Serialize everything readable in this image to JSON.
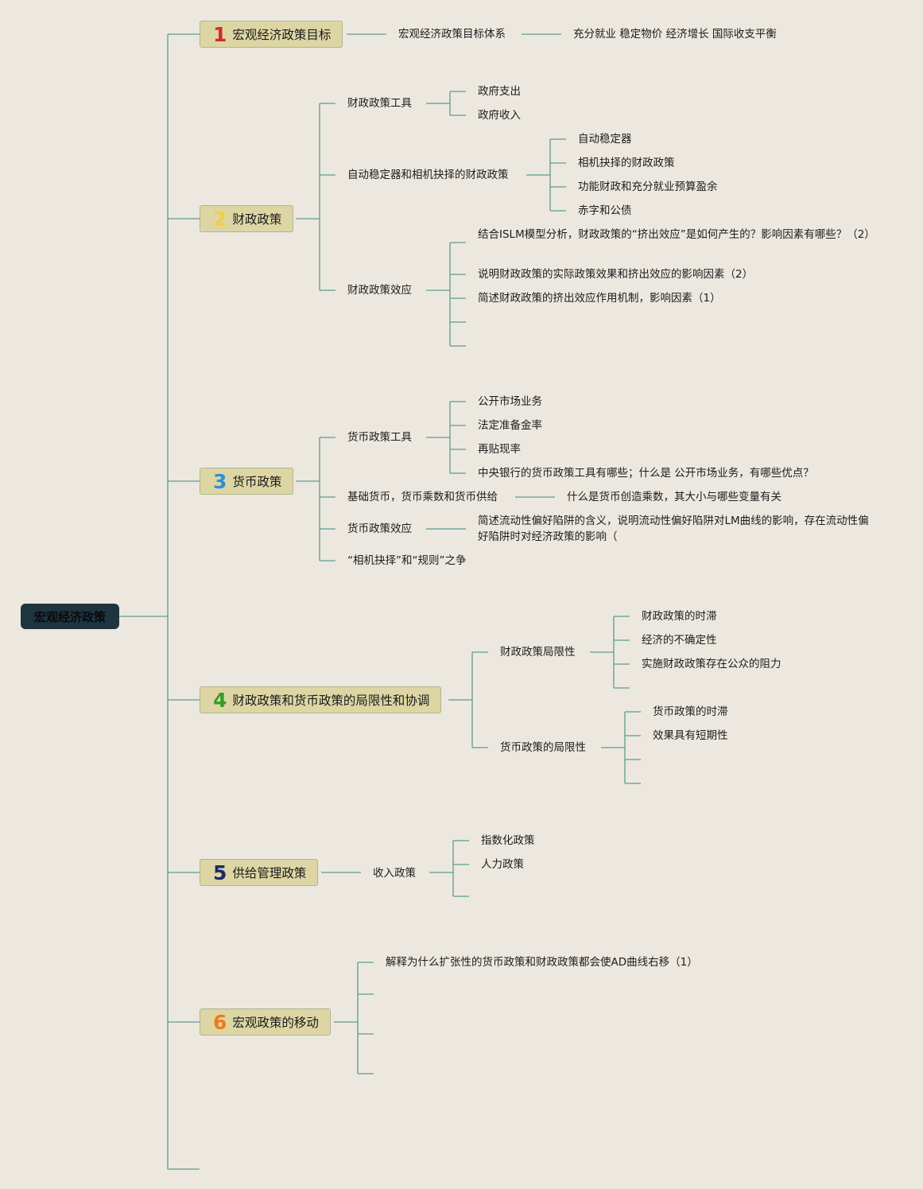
{
  "root": {
    "label": "宏观经济政策"
  },
  "colors": {
    "line": "#5E9A8E",
    "node_fill": "#DDD6A4",
    "root_fill": "#1E3540",
    "background": "#ECE8E0"
  },
  "b1": {
    "num": "1",
    "num_color": "#D42A2A",
    "label": "宏观经济政策目标",
    "c1": "宏观经济政策目标体系",
    "c1_1": "充分就业 稳定物价 经济增长 国际收支平衡"
  },
  "b2": {
    "num": "2",
    "num_color": "#F0D040",
    "label": "财政政策",
    "tools": {
      "label": "财政政策工具",
      "items": [
        "政府支出",
        "政府收入"
      ]
    },
    "auto": {
      "label": "自动稳定器和相机抉择的财政政策",
      "items": [
        "自动稳定器",
        "相机抉择的财政政策",
        "功能财政和充分就业预算盈余",
        "赤字和公债"
      ]
    },
    "effect": {
      "label": "财政政策效应",
      "items": [
        "结合ISLM模型分析，财政政策的“挤出效应”是如何产生的？影响因素有哪些？（2）",
        "说明财政政策的实际政策效果和挤出效应的影响因素（2）",
        "简述财政政策的挤出效应作用机制，影响因素（1）"
      ]
    }
  },
  "b3": {
    "num": "3",
    "num_color": "#2E8FD8",
    "label": "货币政策",
    "tools": {
      "label": "货币政策工具",
      "items": [
        "公开市场业务",
        "法定准备金率",
        "再贴现率",
        "中央银行的货币政策工具有哪些；什么是 公开市场业务，有哪些优点？"
      ]
    },
    "base": {
      "label": "基础货币，货币乘数和货币供给",
      "item": "什么是货币创造乘数，其大小与哪些变量有关"
    },
    "effect": {
      "label": "货币政策效应",
      "item": "简述流动性偏好陷阱的含义，说明流动性偏好陷阱对LM曲线的影响，存在流动性偏好陷阱时对经济政策的影响（"
    },
    "debate": {
      "label": "“相机抉择”和“规则”之争"
    }
  },
  "b4": {
    "num": "4",
    "num_color": "#3A9A2A",
    "label": "财政政策和货币政策的局限性和协调",
    "fiscal": {
      "label": "财政政策局限性",
      "items": [
        "财政政策的时滞",
        "经济的不确定性",
        "实施财政政策存在公众的阻力"
      ]
    },
    "monetary": {
      "label": "货币政策的局限性",
      "items": [
        "货币政策的时滞",
        "效果具有短期性"
      ]
    }
  },
  "b5": {
    "num": "5",
    "num_color": "#1A2A6A",
    "label": "供给管理政策",
    "income": {
      "label": "收入政策",
      "items": [
        "指数化政策",
        "人力政策"
      ]
    }
  },
  "b6": {
    "num": "6",
    "num_color": "#F07A1A",
    "label": "宏观政策的移动",
    "items": [
      "解释为什么扩张性的货币政策和财政政策都会使AD曲线右移（1）"
    ]
  }
}
